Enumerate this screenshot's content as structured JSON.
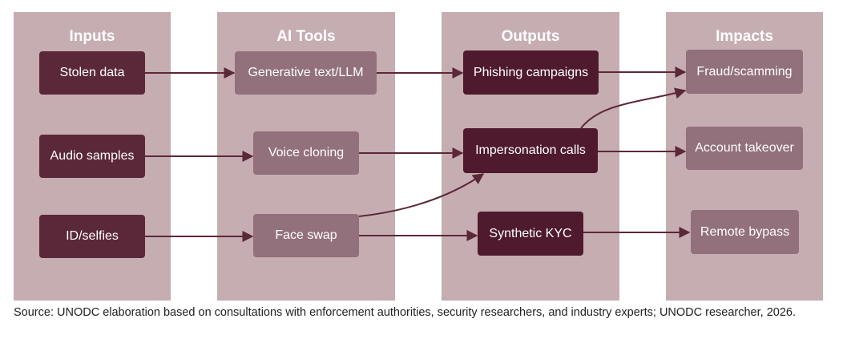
{
  "columns": {
    "inputs": "Inputs",
    "ai_tools": "AI Tools",
    "outputs": "Outputs",
    "impacts": "Impacts"
  },
  "nodes": {
    "stolen_data": "Stolen data",
    "audio_samples": "Audio samples",
    "id_selfies": "ID/selfies",
    "generative_text": "Generative text/LLM",
    "voice_cloning": "Voice cloning",
    "face_swap": "Face swap",
    "phishing": "Phishing campaigns",
    "impersonation": "Impersonation calls",
    "synthetic_kyc": "Synthetic KYC",
    "fraud": "Fraud/scamming",
    "account_takeover": "Account takeover",
    "remote_bypass": "Remote bypass"
  },
  "source": "Source: UNODC elaboration based on consultations with enforcement authorities, security researchers, and industry experts; UNODC researcher, 2026.",
  "colors": {
    "column_bg": "#c6adb2",
    "node_dark": "#5b2839",
    "node_mid": "#92707c",
    "arrow": "#5b2839"
  }
}
